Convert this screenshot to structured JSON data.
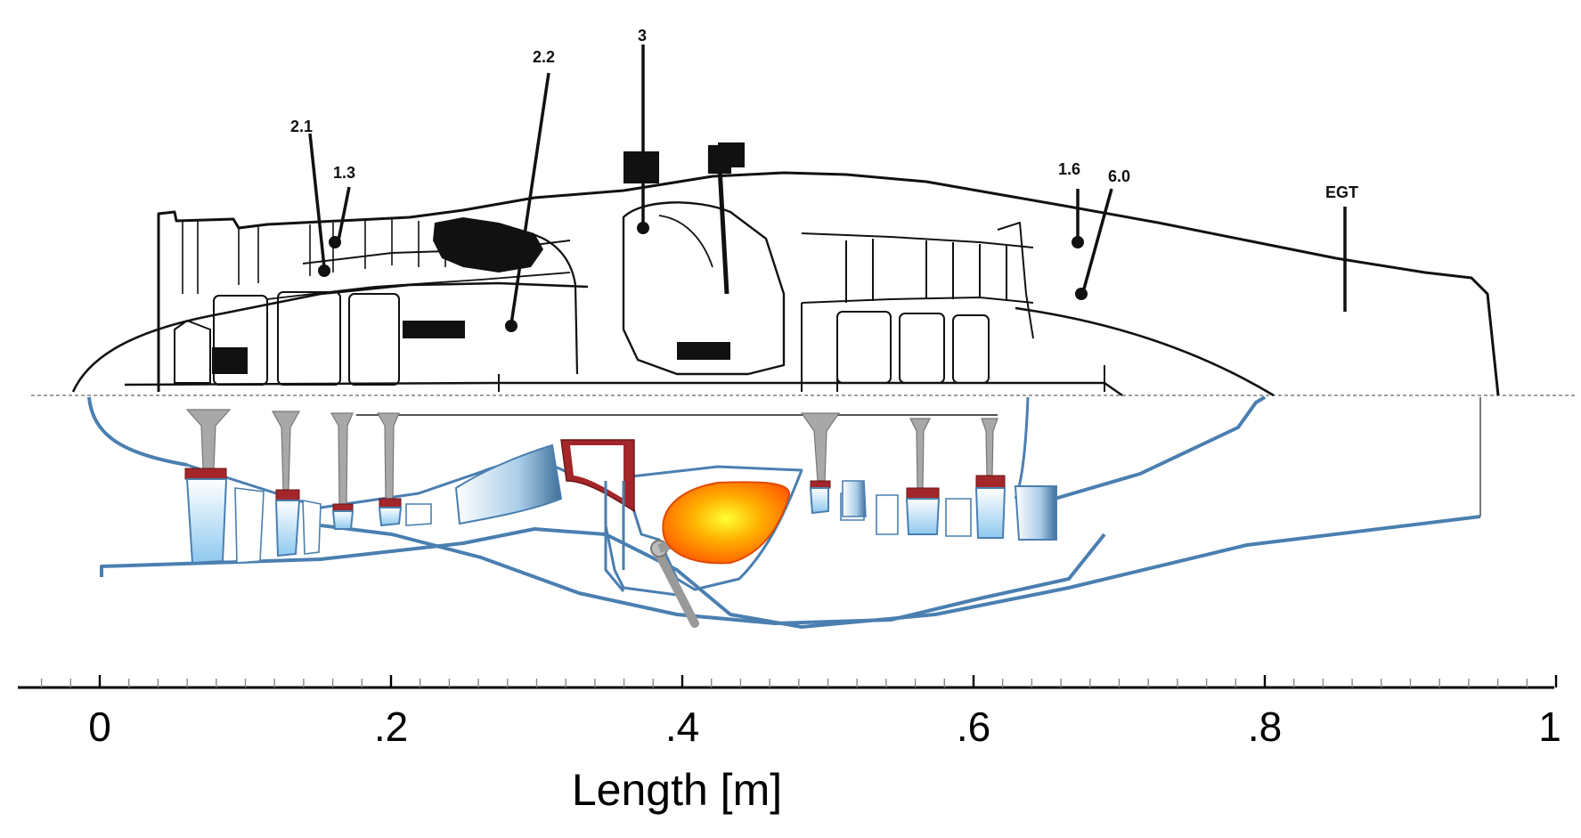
{
  "stations": [
    {
      "id": "2.1",
      "label": "2.1"
    },
    {
      "id": "1.3",
      "label": "1.3"
    },
    {
      "id": "2.2",
      "label": "2.2"
    },
    {
      "id": "3",
      "label": "3"
    },
    {
      "id": "1.6",
      "label": "1.6"
    },
    {
      "id": "6.0",
      "label": "6.0"
    },
    {
      "id": "EGT",
      "label": "EGT"
    }
  ],
  "axis": {
    "label": "Length [m]",
    "ticks": [
      "0",
      ".2",
      ".4",
      ".6",
      ".8",
      "1"
    ],
    "range_m": [
      0,
      1
    ]
  },
  "colors": {
    "outline": "#111111",
    "model_line": "#4a7fb0",
    "blade_grey": "#a8a8a8",
    "blade_tip": "#a3262a",
    "flame_core": "#ffff33",
    "flame_edge": "#ff5a00"
  }
}
